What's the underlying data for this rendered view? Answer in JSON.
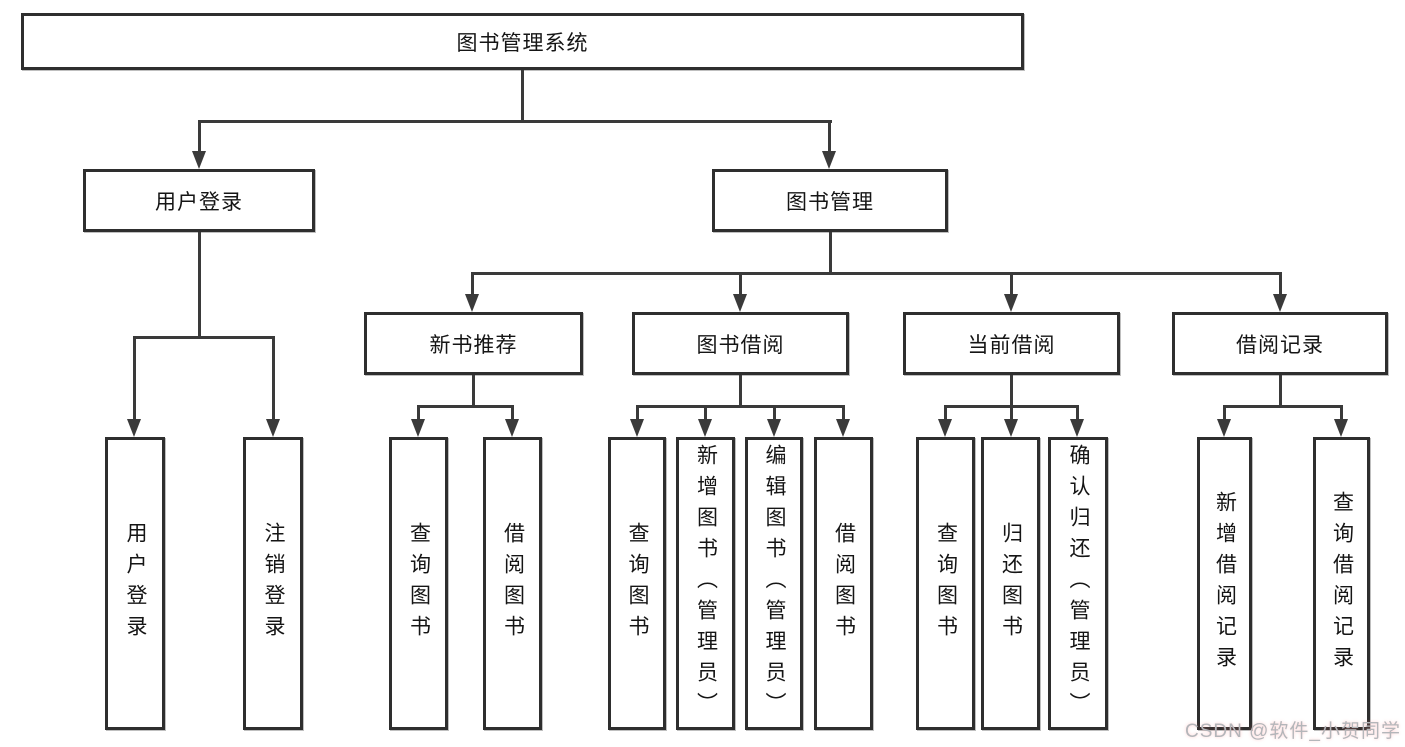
{
  "tree": {
    "label": "图书管理系统",
    "children": [
      {
        "label": "用户登录",
        "children": [
          {
            "label": "用户登录"
          },
          {
            "label": "注销登录"
          }
        ]
      },
      {
        "label": "图书管理",
        "children": [
          {
            "label": "新书推荐",
            "children": [
              {
                "label": "查询图书"
              },
              {
                "label": "借阅图书"
              }
            ]
          },
          {
            "label": "图书借阅",
            "children": [
              {
                "label": "查询图书"
              },
              {
                "label": "新增图书（管理员）"
              },
              {
                "label": "编辑图书（管理员）"
              },
              {
                "label": "借阅图书"
              }
            ]
          },
          {
            "label": "当前借阅",
            "children": [
              {
                "label": "查询图书"
              },
              {
                "label": "归还图书"
              },
              {
                "label": "确认归还（管理员）"
              }
            ]
          },
          {
            "label": "借阅记录",
            "children": [
              {
                "label": "新增借阅记录"
              },
              {
                "label": "查询借阅记录"
              }
            ]
          }
        ]
      }
    ]
  },
  "watermark": "CSDN @软件_小贺同学",
  "colors": {
    "line": "#3a3a3a",
    "box_border": "#2e2e2e",
    "watermark_gray": "#b4b6ba"
  }
}
